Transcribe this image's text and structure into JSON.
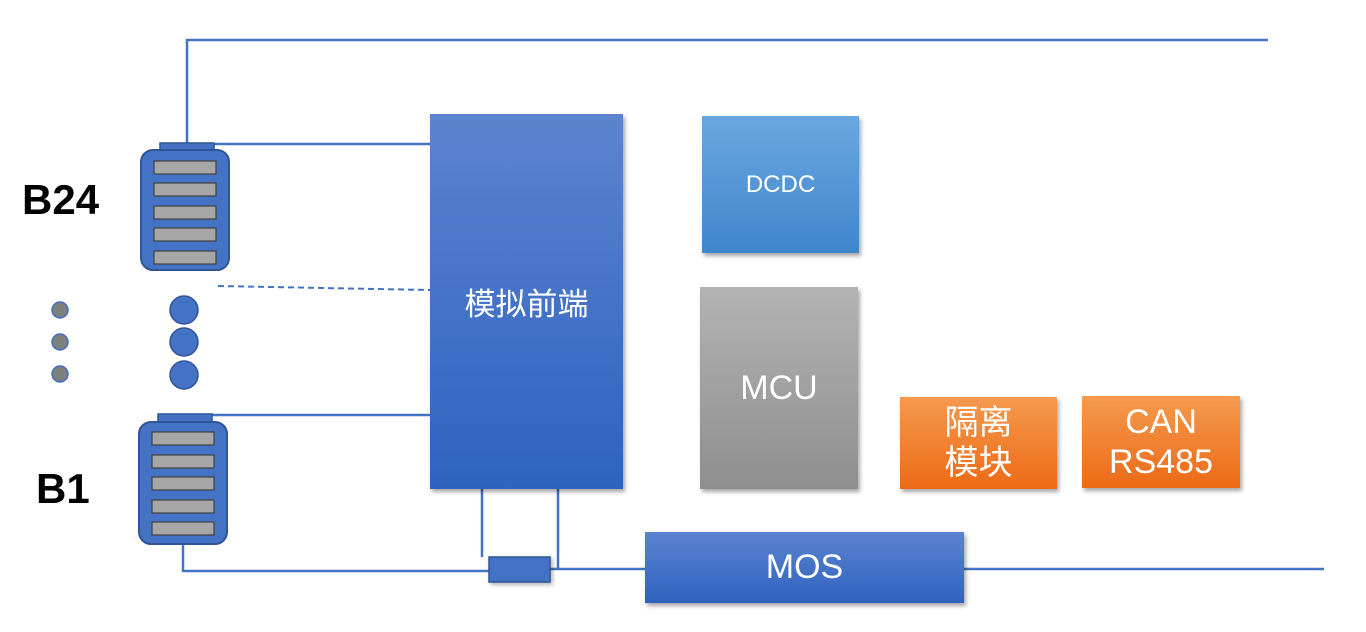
{
  "blocks": {
    "analog_front_end": "模拟前端",
    "dcdc": "DCDC",
    "mcu": "MCU",
    "isolation_line1": "隔离",
    "isolation_line2": "模块",
    "can_line1": "CAN",
    "can_line2": "RS485",
    "mos": "MOS"
  },
  "batteries": {
    "top_label": "B24",
    "bottom_label": "B1"
  },
  "colors": {
    "wire": "#4472c4",
    "battery_fill": "#4472c4",
    "battery_cell": "#a6a6a6",
    "grey_dot": "#7f7f7f",
    "mcu": "#a6a6a6",
    "orange": "#ed7d31",
    "dcdc": "#5b9bd5"
  }
}
